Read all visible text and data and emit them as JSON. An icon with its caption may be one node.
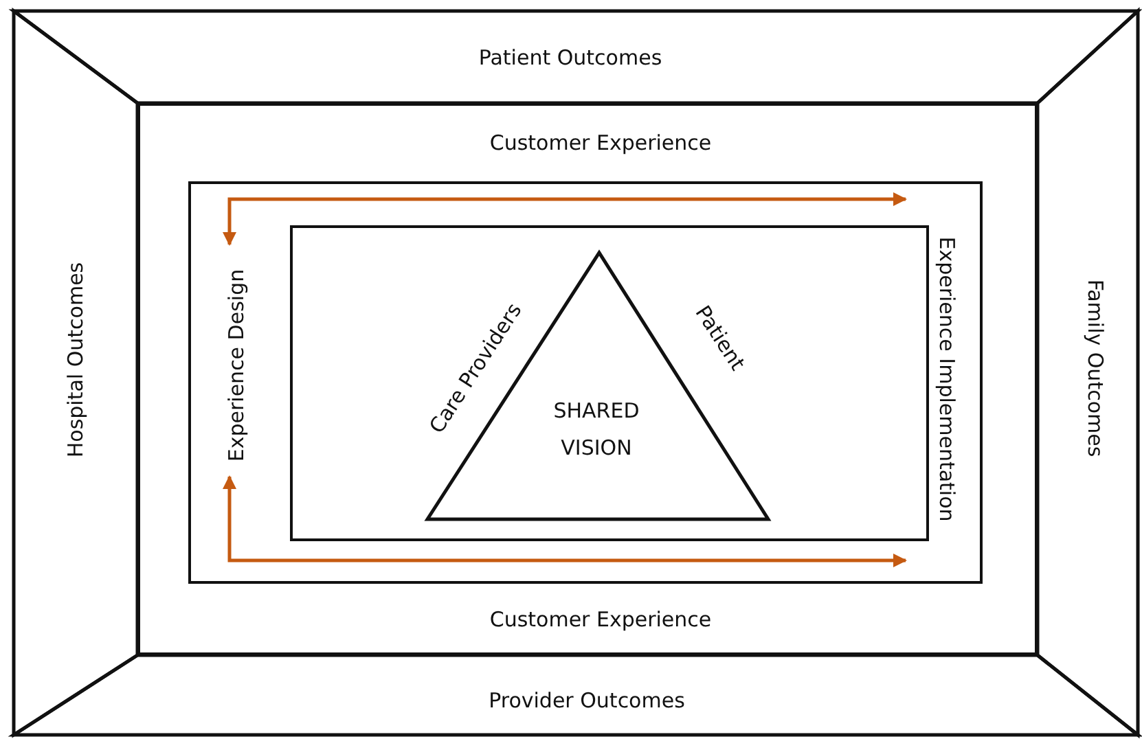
{
  "diagram": {
    "nodes": [
      {
        "text": [
          "Patient Outcomes"
        ]
      },
      {
        "text": [
          "Hospital Outcomes"
        ]
      },
      {
        "text": [
          "Family Outcomes"
        ]
      },
      {
        "text": [
          "Provider Outcomes"
        ]
      },
      {
        "text": [
          "Customer Experience",
          "Customer Experience"
        ]
      },
      {
        "text": [],
        "shape": "box",
        "in": 4
      },
      {
        "text": [
          "Experience Design"
        ],
        "in": 5
      },
      {
        "text": [
          "Experience Implementation"
        ],
        "in": 5
      },
      {
        "text": [],
        "shape": "box",
        "in": 5
      },
      {
        "text": [
          "SHARED VISION"
        ],
        "beside": [
          "Care Providers",
          "Patient"
        ],
        "in": 8
      }
    ],
    "edges": [
      {
        "from": 6,
        "to": 7,
        "arrow": "both",
        "color": "#c55a11"
      },
      {
        "from": 6,
        "to": 7,
        "arrow": "both",
        "color": "#c55a11"
      }
    ]
  }
}
